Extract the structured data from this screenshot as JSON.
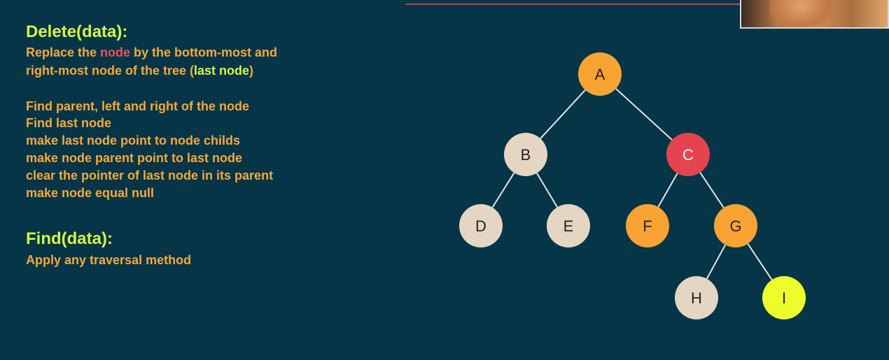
{
  "delete": {
    "heading": "Delete(data):",
    "line1": {
      "pre": "Replace the ",
      "highlight": "node",
      "post": " by the bottom-most and"
    },
    "line2": {
      "pre": "right-most node of the tree (",
      "highlight": "last node",
      "post": ")"
    },
    "steps": [
      "Find parent, left and right of the node",
      "Find last node",
      "make last node point to node childs",
      "make node parent point to last node",
      "clear the pointer of last node in its parent",
      "make node equal null"
    ]
  },
  "find": {
    "heading": "Find(data):",
    "description": "Apply any traversal method"
  },
  "colors": {
    "background": "#053546",
    "heading": "#d6f542",
    "body_text": "#f6a83b",
    "highlight_red": "#e8545d",
    "node_default": "#e4d6c3",
    "node_orange": "#f8a333",
    "node_red": "#e3444f",
    "node_yellow": "#eefc2c",
    "edge": "#e6e6e6"
  },
  "tree": {
    "nodes": [
      {
        "id": "A",
        "label": "A",
        "fill": "#f8a333",
        "text": "#222222"
      },
      {
        "id": "B",
        "label": "B",
        "fill": "#e4d6c3",
        "text": "#222222"
      },
      {
        "id": "C",
        "label": "C",
        "fill": "#e3444f",
        "text": "#ffffff"
      },
      {
        "id": "D",
        "label": "D",
        "fill": "#e4d6c3",
        "text": "#222222"
      },
      {
        "id": "E",
        "label": "E",
        "fill": "#e4d6c3",
        "text": "#222222"
      },
      {
        "id": "F",
        "label": "F",
        "fill": "#f8a333",
        "text": "#222222"
      },
      {
        "id": "G",
        "label": "G",
        "fill": "#f8a333",
        "text": "#222222"
      },
      {
        "id": "H",
        "label": "H",
        "fill": "#e4d6c3",
        "text": "#222222"
      },
      {
        "id": "I",
        "label": "I",
        "fill": "#eefc2c",
        "text": "#222222"
      }
    ],
    "edges": [
      [
        "A",
        "B"
      ],
      [
        "A",
        "C"
      ],
      [
        "B",
        "D"
      ],
      [
        "B",
        "E"
      ],
      [
        "C",
        "F"
      ],
      [
        "C",
        "G"
      ],
      [
        "G",
        "H"
      ],
      [
        "G",
        "I"
      ]
    ]
  }
}
